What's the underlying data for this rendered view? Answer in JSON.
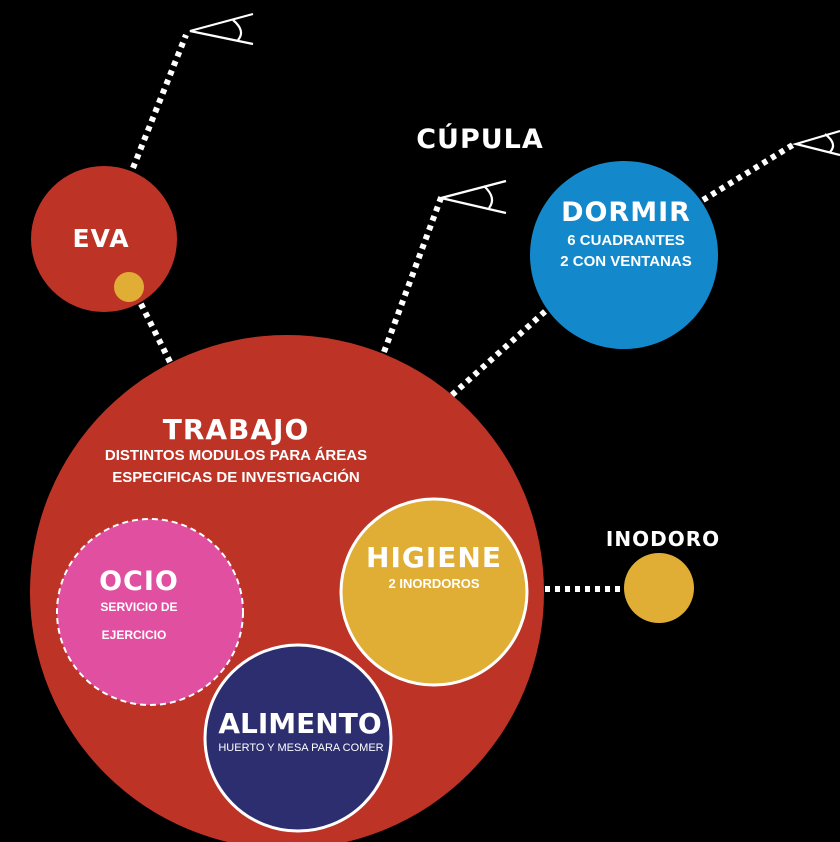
{
  "colors": {
    "background": "#000000",
    "trabajo": "#bd3427",
    "eva": "#bd3427",
    "dormir": "#1389cc",
    "higiene": "#e0ae35",
    "inodoro": "#e0ae35",
    "ocio": "#e04fa0",
    "alimento": "#2d2e70",
    "connector": "#ffffff"
  },
  "labels": {
    "cupula": "CÚPULA",
    "eva": "EVA",
    "dormir": "DORMIR",
    "dormir_line1": "6 CUADRANTES",
    "dormir_line2": "2 CON VENTANAS",
    "trabajo": "TRABAJO",
    "trabajo_line1": "DISTINTOS MODULOS PARA ÁREAS",
    "trabajo_line2": "ESPECIFICAS DE INVESTIGACIÓN",
    "higiene": "HIGIENE",
    "higiene_sub": "2 INORDOROS",
    "inodoro": "INODORO",
    "ocio": "OCIO",
    "ocio_line1": "SERVICIO DE",
    "ocio_line2": "EJERCICIO",
    "alimento": "ALIMENTO",
    "alimento_sub": "HUERTO Y MESA PARA COMER"
  },
  "icons": [
    "eye-icon",
    "eye-icon",
    "eye-icon"
  ]
}
